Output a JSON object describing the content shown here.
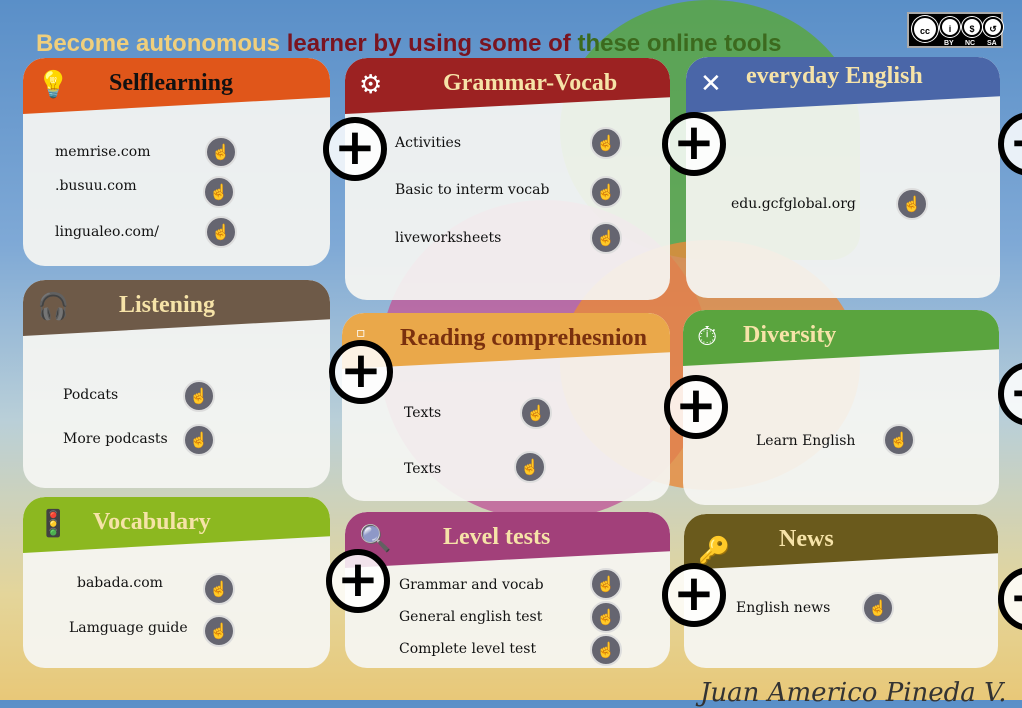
{
  "title": {
    "part1": "Become autonomous",
    "part2": "learner by using some of",
    "part3": "these online tools"
  },
  "license": {
    "cc": "cc",
    "by": "BY",
    "nc": "NC",
    "sa": "SA"
  },
  "cards": {
    "selflearning": {
      "title": "Selflearning",
      "color": "#e0561a",
      "items": [
        "memrise.com",
        ".busuu.com",
        "lingualeo.com/"
      ]
    },
    "listening": {
      "title": "Listening",
      "color": "#6e5a48",
      "items": [
        "Podcats",
        "More podcasts"
      ]
    },
    "vocabulary": {
      "title": "Vocabulary",
      "color": "#8cb820",
      "items": [
        "babada.com",
        "Lamguage guide"
      ]
    },
    "grammar": {
      "title": "Grammar-Vocab",
      "color": "#9c2222",
      "items": [
        "Activities",
        "Basic to interm vocab",
        "liveworksheets"
      ]
    },
    "reading": {
      "title": "Reading comprehesnion",
      "color": "#eaa84a",
      "items": [
        "Texts",
        "Texts"
      ]
    },
    "level": {
      "title": "Level tests",
      "color": "#a2407a",
      "items": [
        "Grammar and vocab",
        "General english test",
        "Complete level test"
      ]
    },
    "everyday": {
      "title": "everyday English",
      "color": "#4a66a8",
      "items": [
        "edu.gcfglobal.org"
      ]
    },
    "diversity": {
      "title": "Diversity",
      "color": "#5aa43e",
      "items": [
        "Learn English"
      ]
    },
    "news": {
      "title": "News",
      "color": "#6a5a1c",
      "items": [
        "English news"
      ]
    }
  },
  "signature": "Juan Americo Pineda V."
}
